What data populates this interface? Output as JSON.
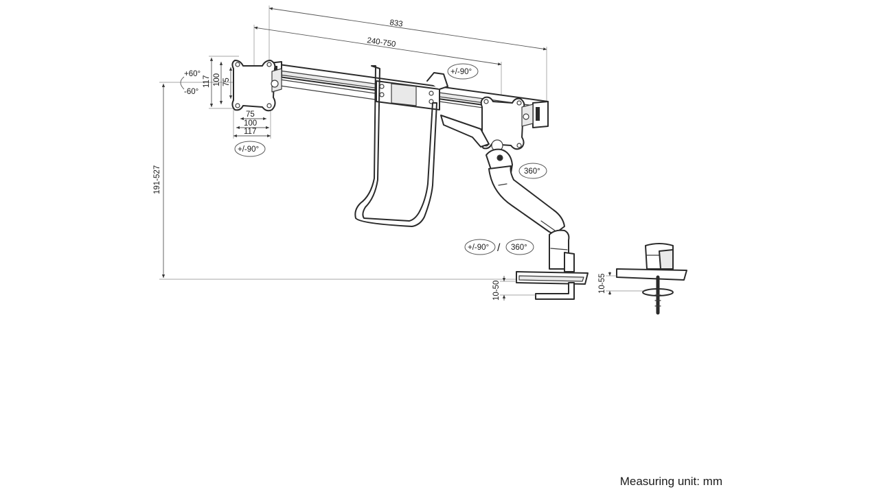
{
  "dimensions": {
    "overall_width": "833",
    "spacing_range": "240-750",
    "height_range": "191-527",
    "desk_clamp_range": "10-50",
    "grommet_range": "10-55",
    "vesa_small": "75",
    "vesa_large": "100",
    "plate_size": "117"
  },
  "rotations": {
    "tilt_up": "+60°",
    "tilt_down": "-60°",
    "plate_rotate": "+/-90°",
    "arm_rotate": "+/-90°",
    "elbow_swivel": "360°",
    "base_rotate": "+/-90°",
    "base_swivel": "360°",
    "separator": "/"
  },
  "footer": {
    "measuring_unit": "Measuring unit: mm"
  }
}
